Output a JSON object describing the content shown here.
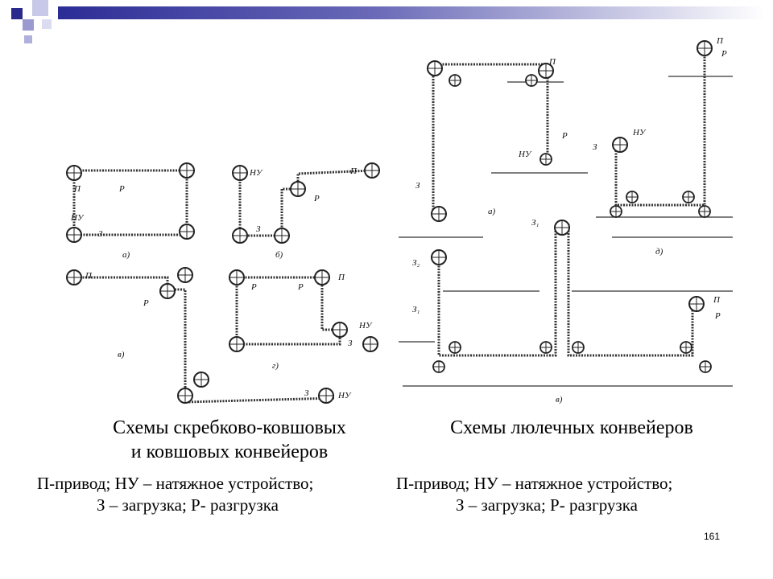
{
  "slide": {
    "page_number": "161",
    "colors": {
      "accent": "#2a2a8c",
      "bar_start": "#2c2c96",
      "bar_end": "#ffffff"
    }
  },
  "left": {
    "caption_line1": "Схемы скребково-ковшовых",
    "caption_line2": "и ковшовых конвейеров",
    "legend_line1": "П-привод; НУ – натяжное устройство;",
    "legend_line2": "З – загрузка; Р- разгрузка"
  },
  "right": {
    "caption_line1": "Схемы люлечных конвейеров",
    "legend_line1": "П-привод; НУ – натяжное устройство;",
    "legend_line2": "З – загрузка; Р- разгрузка"
  },
  "diagram_labels": {
    "p": "П",
    "nu": "НУ",
    "r": "Р",
    "z": "З",
    "z1": "З₁",
    "z2": "З₂",
    "a": "а)",
    "b": "б)",
    "v": "в)",
    "g": "г)",
    "d": "д)"
  }
}
